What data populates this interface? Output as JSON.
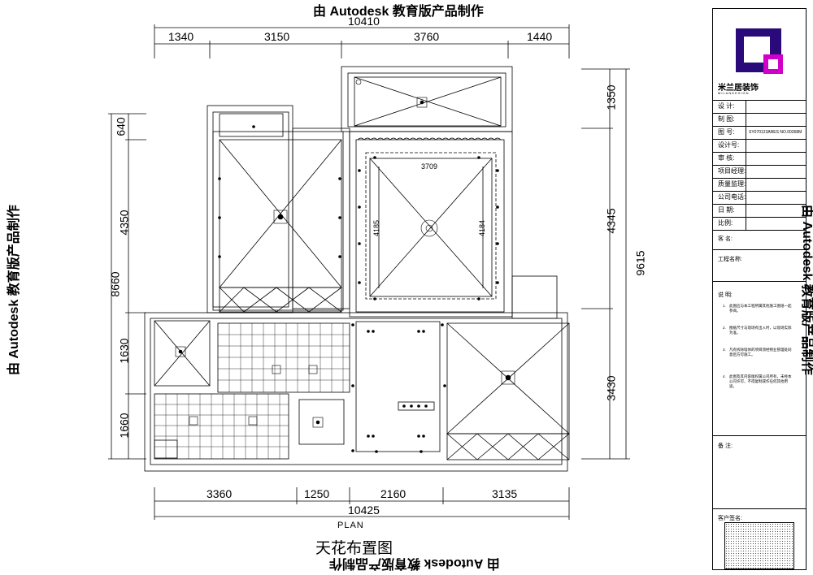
{
  "watermark": "由 Autodesk 教育版产品制作",
  "dims": {
    "top_total": "10410",
    "top_segments": [
      "1340",
      "3150",
      "3760",
      "1440"
    ],
    "bottom_segments": [
      "3360",
      "1250",
      "2160",
      "3135"
    ],
    "bottom_total": "10425",
    "left_total": "8660",
    "left_segments": [
      "640",
      "4350",
      "1630",
      "1660"
    ],
    "right_total": "9615",
    "right_segments": [
      "1350",
      "4345",
      "3430"
    ],
    "inner_width": "3709",
    "inner_height_left": "4185",
    "inner_height_right": "4184"
  },
  "plan": {
    "label": "PLAN",
    "title": "天花布置图"
  },
  "title_block": {
    "brand": "米兰居装饰",
    "brand_sub": "MILANDESIGN",
    "fields": [
      {
        "label": "设 计:",
        "value": ""
      },
      {
        "label": "制 图:",
        "value": ""
      },
      {
        "label": "图 号:",
        "value": "SY070123ARES NO.00368M"
      },
      {
        "label": "设计号:",
        "value": ""
      },
      {
        "label": "审  核:",
        "value": ""
      },
      {
        "label": "项目经理:",
        "value": ""
      },
      {
        "label": "质量监理:",
        "value": ""
      },
      {
        "label": "公司电话:",
        "value": ""
      },
      {
        "label": "日 期:",
        "value": ""
      },
      {
        "label": "比例:",
        "value": ""
      }
    ],
    "client_name_label": "客 名:",
    "project_name_label": "工程名称:",
    "notes_label": "说 明:",
    "notes": [
      {
        "num": "1.",
        "text": "此图应与本工程所属其他施工图纸一起参阅。"
      },
      {
        "num": "2.",
        "text": "图纸尺寸与现场有出入时，以现场实际为准。"
      },
      {
        "num": "3.",
        "text": "凡有拆除墙体的项目须经物业管理处同意后方可施工。"
      },
      {
        "num": "4.",
        "text": "此图及其内容版权属公司所有，未经本公司许可，不得复制或作任何其他用途。"
      }
    ],
    "remark_label": "备 注:",
    "client_sign_label": "客户签名:"
  }
}
